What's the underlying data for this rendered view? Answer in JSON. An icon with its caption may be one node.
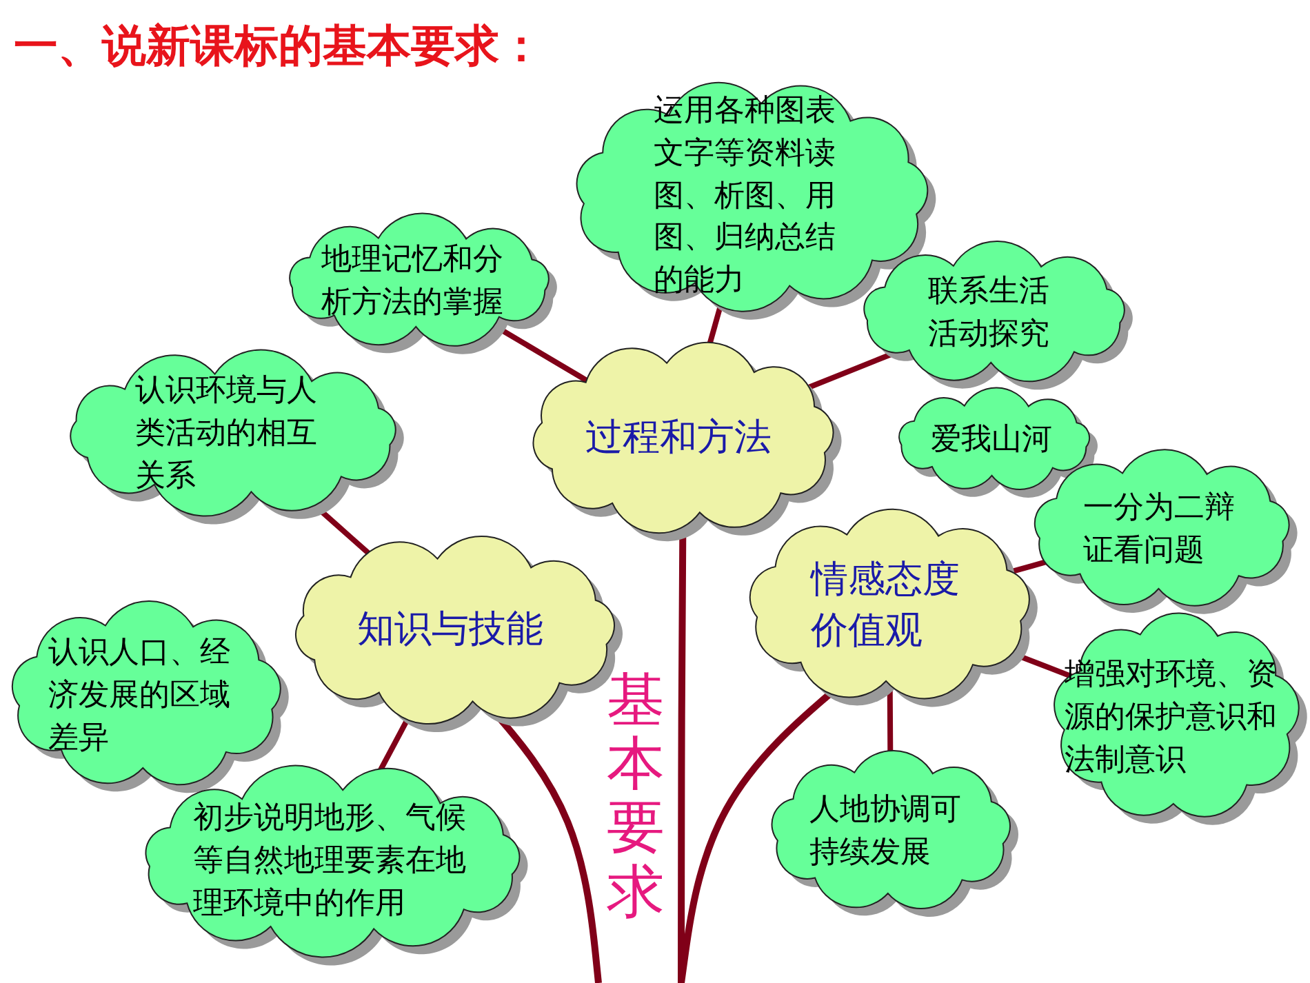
{
  "diagram": {
    "title": "一、说新课标的基本要求：",
    "nodes": [
      {
        "text": [
          "基本要求"
        ]
      },
      {
        "text": [
          "过程和方法"
        ]
      },
      {
        "text": [
          "知识与技能"
        ]
      },
      {
        "text": [
          "情感态度价值观"
        ]
      },
      {
        "text": [
          "运用各种图表文字等资料读图、析图、用图、归纳总结的能力"
        ]
      },
      {
        "text": [
          "地理记忆和分析方法的掌握"
        ]
      },
      {
        "text": [
          "联系生活活动探究"
        ]
      },
      {
        "text": [
          "认识环境与人类活动的相互关系"
        ]
      },
      {
        "text": [
          "认识人口、经济发展的区域差异"
        ]
      },
      {
        "text": [
          "初步说明地形、气候等自然地理要素在地理环境中的作用"
        ]
      },
      {
        "text": [
          "爱我山河"
        ]
      },
      {
        "text": [
          "一分为二辩证看问题"
        ]
      },
      {
        "text": [
          "增强对环境、资源的保护意识和法制意识"
        ]
      },
      {
        "text": [
          "人地协调可持续发展"
        ]
      }
    ],
    "edges": [
      {
        "from": 0,
        "to": 2,
        "arrow": "none"
      },
      {
        "from": 0,
        "to": 1,
        "arrow": "none"
      },
      {
        "from": 0,
        "to": 3,
        "arrow": "none"
      },
      {
        "from": 1,
        "to": 4,
        "arrow": "none"
      },
      {
        "from": 1,
        "to": 5,
        "arrow": "none"
      },
      {
        "from": 1,
        "to": 6,
        "arrow": "none"
      },
      {
        "from": 2,
        "to": 7,
        "arrow": "none"
      },
      {
        "from": 2,
        "to": 9,
        "arrow": "none"
      },
      {
        "from": 3,
        "to": 11,
        "arrow": "none"
      },
      {
        "from": 3,
        "to": 12,
        "arrow": "none"
      },
      {
        "from": 3,
        "to": 13,
        "arrow": "none"
      }
    ]
  }
}
